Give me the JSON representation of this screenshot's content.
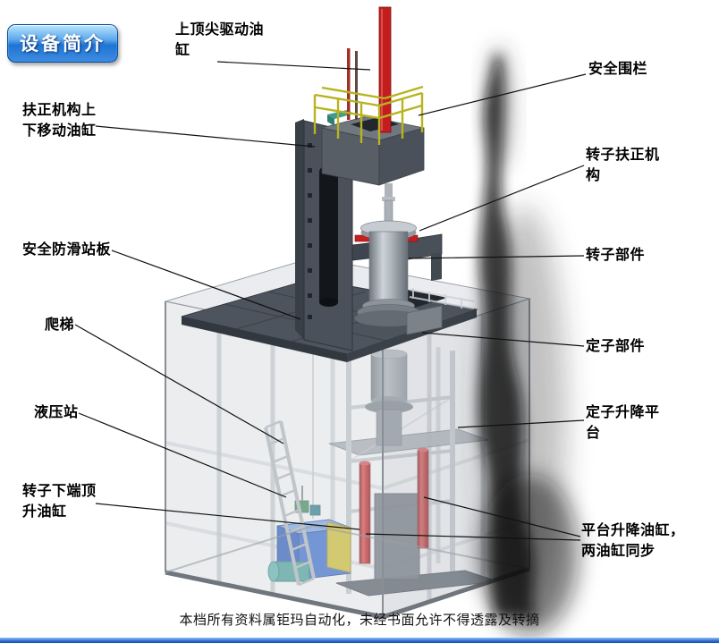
{
  "badge": {
    "label": "设备简介"
  },
  "labels": {
    "top_cylinder": "上顶尖驱动油缸",
    "safety_fence": "安全围栏",
    "centering_lift_cylinder": "扶正机构上下移动油缸",
    "rotor_centering_mechanism": "转子扶正机构",
    "antislip_platform": "安全防滑站板",
    "rotor_component": "转子部件",
    "ladder": "爬梯",
    "stator_component": "定子部件",
    "hydraulic_station": "液压站",
    "stator_lift_platform": "定子升降平台",
    "rotor_bottom_jack_cylinder": "转子下端顶升油缸",
    "platform_lift_cylinders": "平台升降油缸，两油缸同步"
  },
  "footer": {
    "text": "本档所有资料属钜玛自动化，未经书面允许不得透露及转摘"
  },
  "colors": {
    "badge_blue": "#2f86e0",
    "cylinder_red": "#c32020",
    "railing_yellow": "#b9b31f",
    "hydraulic_blue": "#3b6fd2",
    "bottom_bar_blue": "#2e6fd0"
  }
}
